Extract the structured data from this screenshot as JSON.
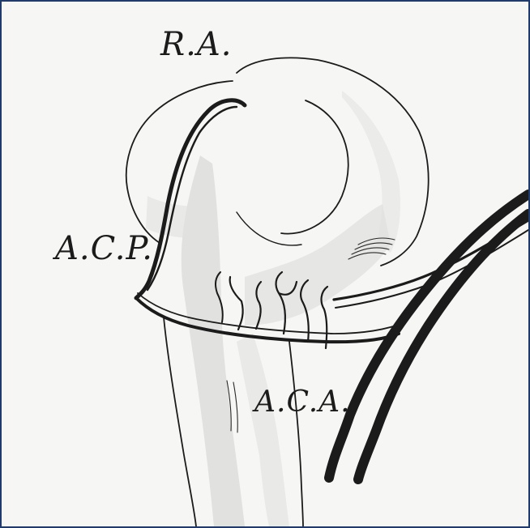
{
  "labels": {
    "ra": "R.A.",
    "acp": "A.C.P.",
    "aca": "A.C.A."
  },
  "colors": {
    "paper": "#f6f6f4",
    "ink": "#1b1b1b",
    "wash_dark": "#b9b9b9",
    "wash_light": "#dcdcdc",
    "frame": "#1f3a6b"
  }
}
